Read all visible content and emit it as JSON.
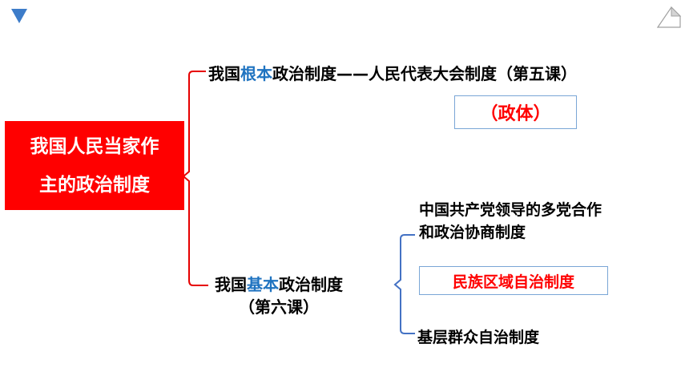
{
  "main_topic": {
    "line1": "我国人民当家作",
    "line2": "主的政治制度"
  },
  "fundamental": {
    "prefix": "我国",
    "highlight": "根本",
    "suffix": "政治制度——人民代表大会制度（第五课）",
    "tag": "（政体）"
  },
  "basic": {
    "prefix": "我国",
    "highlight": "基本",
    "suffix": "政治制度",
    "lesson": "（第六课）",
    "items": [
      {
        "line1": "中国共产党领导的多党合作",
        "line2": "和政治协商制度"
      },
      {
        "label": "民族区域自治制度"
      },
      {
        "label": "基层群众自治制度"
      }
    ]
  },
  "colors": {
    "accent_red": "#ff0000",
    "highlight_blue": "#1f73c0",
    "brace_red": "#e60000",
    "brace_blue": "#4472c4"
  }
}
